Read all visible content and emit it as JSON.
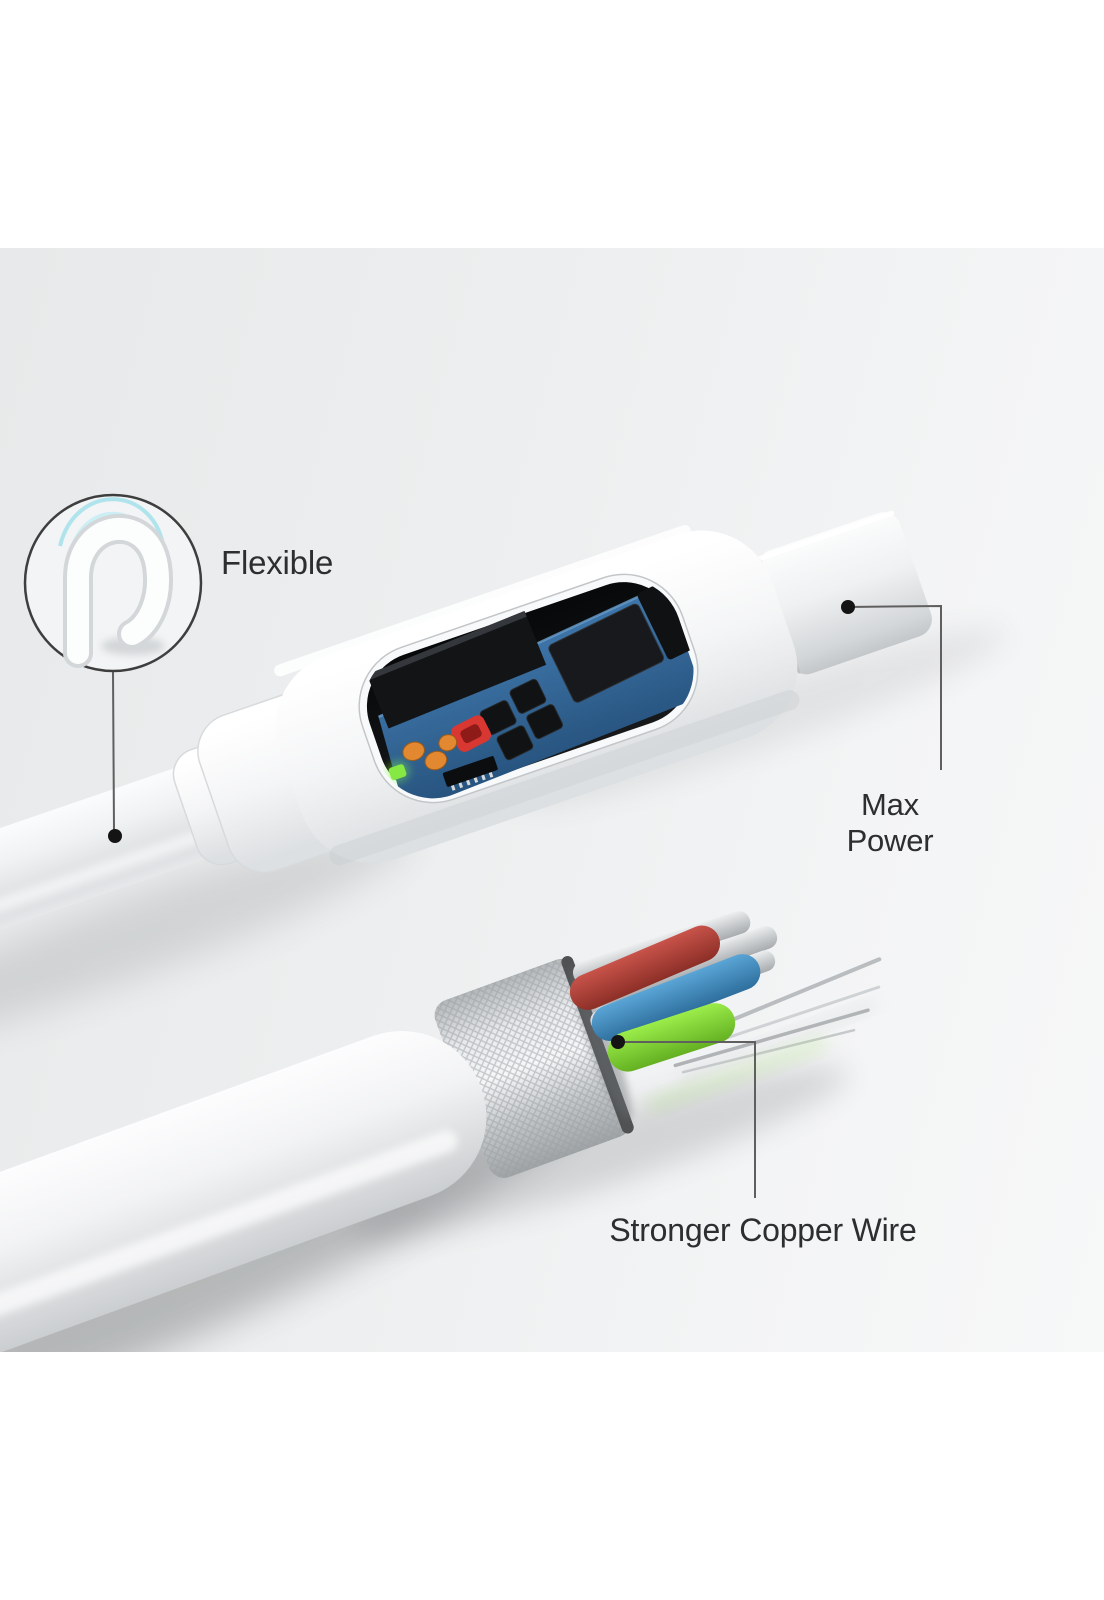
{
  "callouts": {
    "flexible": {
      "label": "Flexible"
    },
    "max_power": {
      "line1": "Max",
      "line2": "Power"
    },
    "stronger_copper": {
      "label": "Stronger Copper Wire"
    }
  },
  "colors": {
    "label_text": "#2c2e30",
    "callout_line": "#5f5f5f",
    "callout_dot": "#141414",
    "flex_arc_accent": "#a9e2ec",
    "wire_red_light": "#c8534a",
    "wire_red_dark": "#8c2f27",
    "wire_blue_light": "#5aa5d6",
    "wire_blue_dark": "#2e6f9d",
    "wire_green_light": "#9bed4a",
    "wire_green_dark": "#64b022",
    "pcb_top": "#3f77ab",
    "pcb_bottom": "#27537e",
    "component_orange": "#e28830",
    "component_red": "#d83732",
    "led_green": "#86e842",
    "metal_silver": "#cdd0d2",
    "cable_white": "#fbfcfd"
  }
}
